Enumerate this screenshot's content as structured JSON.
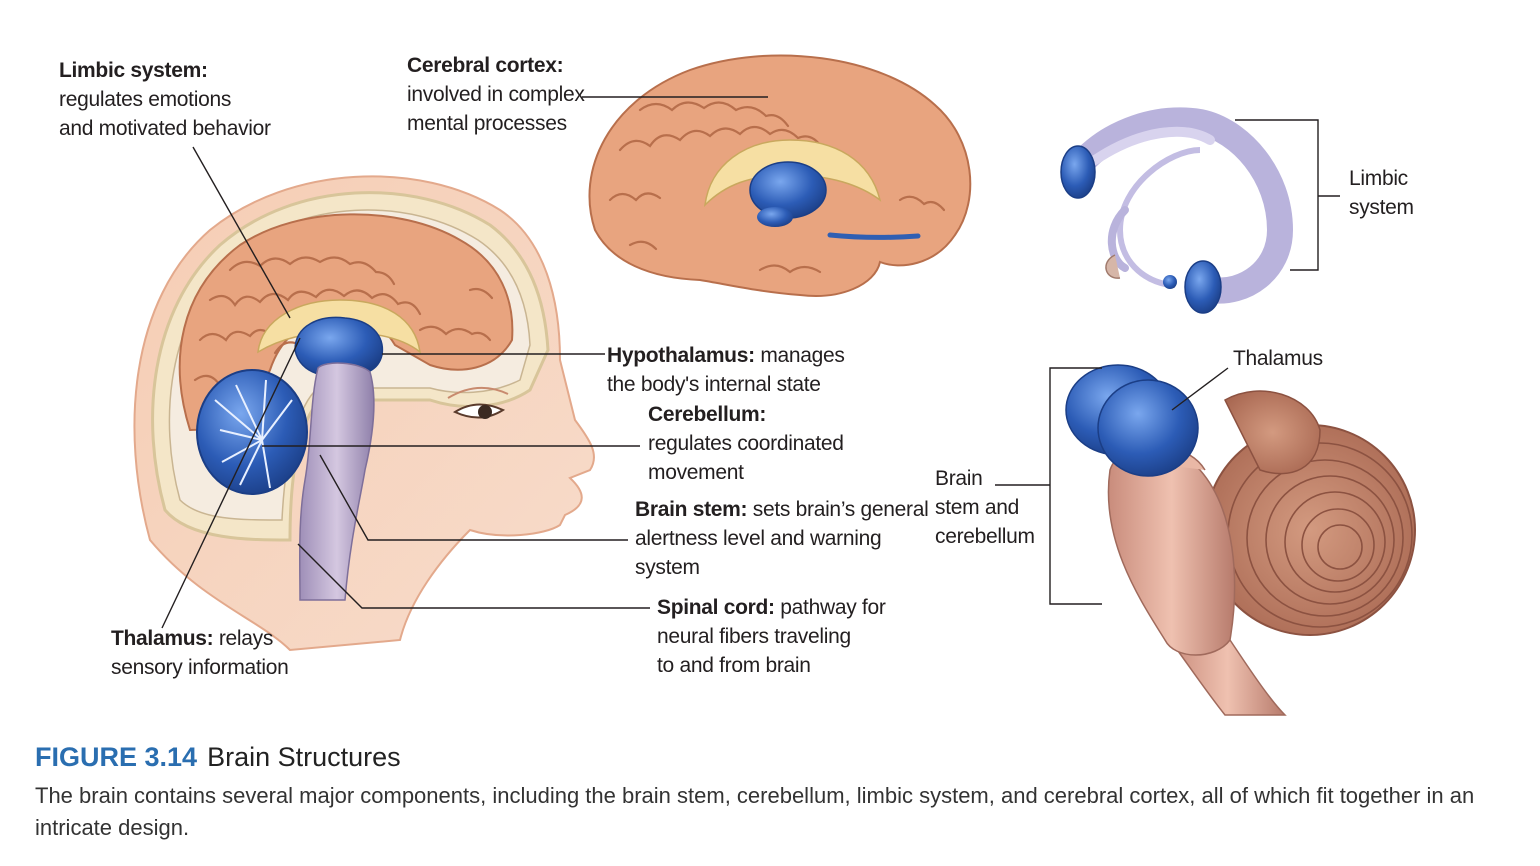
{
  "labels": {
    "limbic": {
      "title": "Limbic system:",
      "lines": [
        "regulates emotions",
        "and motivated behavior"
      ]
    },
    "cortex": {
      "title": "Cerebral cortex:",
      "lines": [
        "involved in complex",
        "mental processes"
      ]
    },
    "hypothalamus": {
      "title": "Hypothalamus:",
      "rest": " manages",
      "lines": [
        "the body's internal state"
      ]
    },
    "cerebellum": {
      "title": "Cerebellum:",
      "lines": [
        "regulates coordinated",
        "movement"
      ]
    },
    "brainstem": {
      "title": "Brain stem:",
      "rest": " sets brain’s general",
      "lines": [
        "alertness level and warning",
        "system"
      ]
    },
    "spinal": {
      "title": "Spinal cord:",
      "rest": " pathway for",
      "lines": [
        "neural fibers traveling",
        "to and from brain"
      ]
    },
    "thalamus": {
      "title": "Thalamus:",
      "rest": " relays",
      "lines": [
        "sensory information"
      ]
    },
    "limbic_right": {
      "lines": [
        "Limbic",
        "system"
      ]
    },
    "thalamus_right": {
      "text": "Thalamus"
    },
    "brainstem_right": {
      "lines": [
        "Brain",
        "stem and",
        "cerebellum"
      ]
    }
  },
  "caption": {
    "figure_number": "FIGURE 3.14",
    "title": "Brain Structures",
    "text": "The brain contains several major components, including the brain stem, cerebellum, limbic system, and cerebral cortex, all of which fit together in an intricate design."
  },
  "colors": {
    "cortex": "#e8a47f",
    "limbic_blue": "#2f5fb3",
    "lavender": "#b9b3dc",
    "skin": "#f3c3a8",
    "accent": "#2a6eb0"
  }
}
